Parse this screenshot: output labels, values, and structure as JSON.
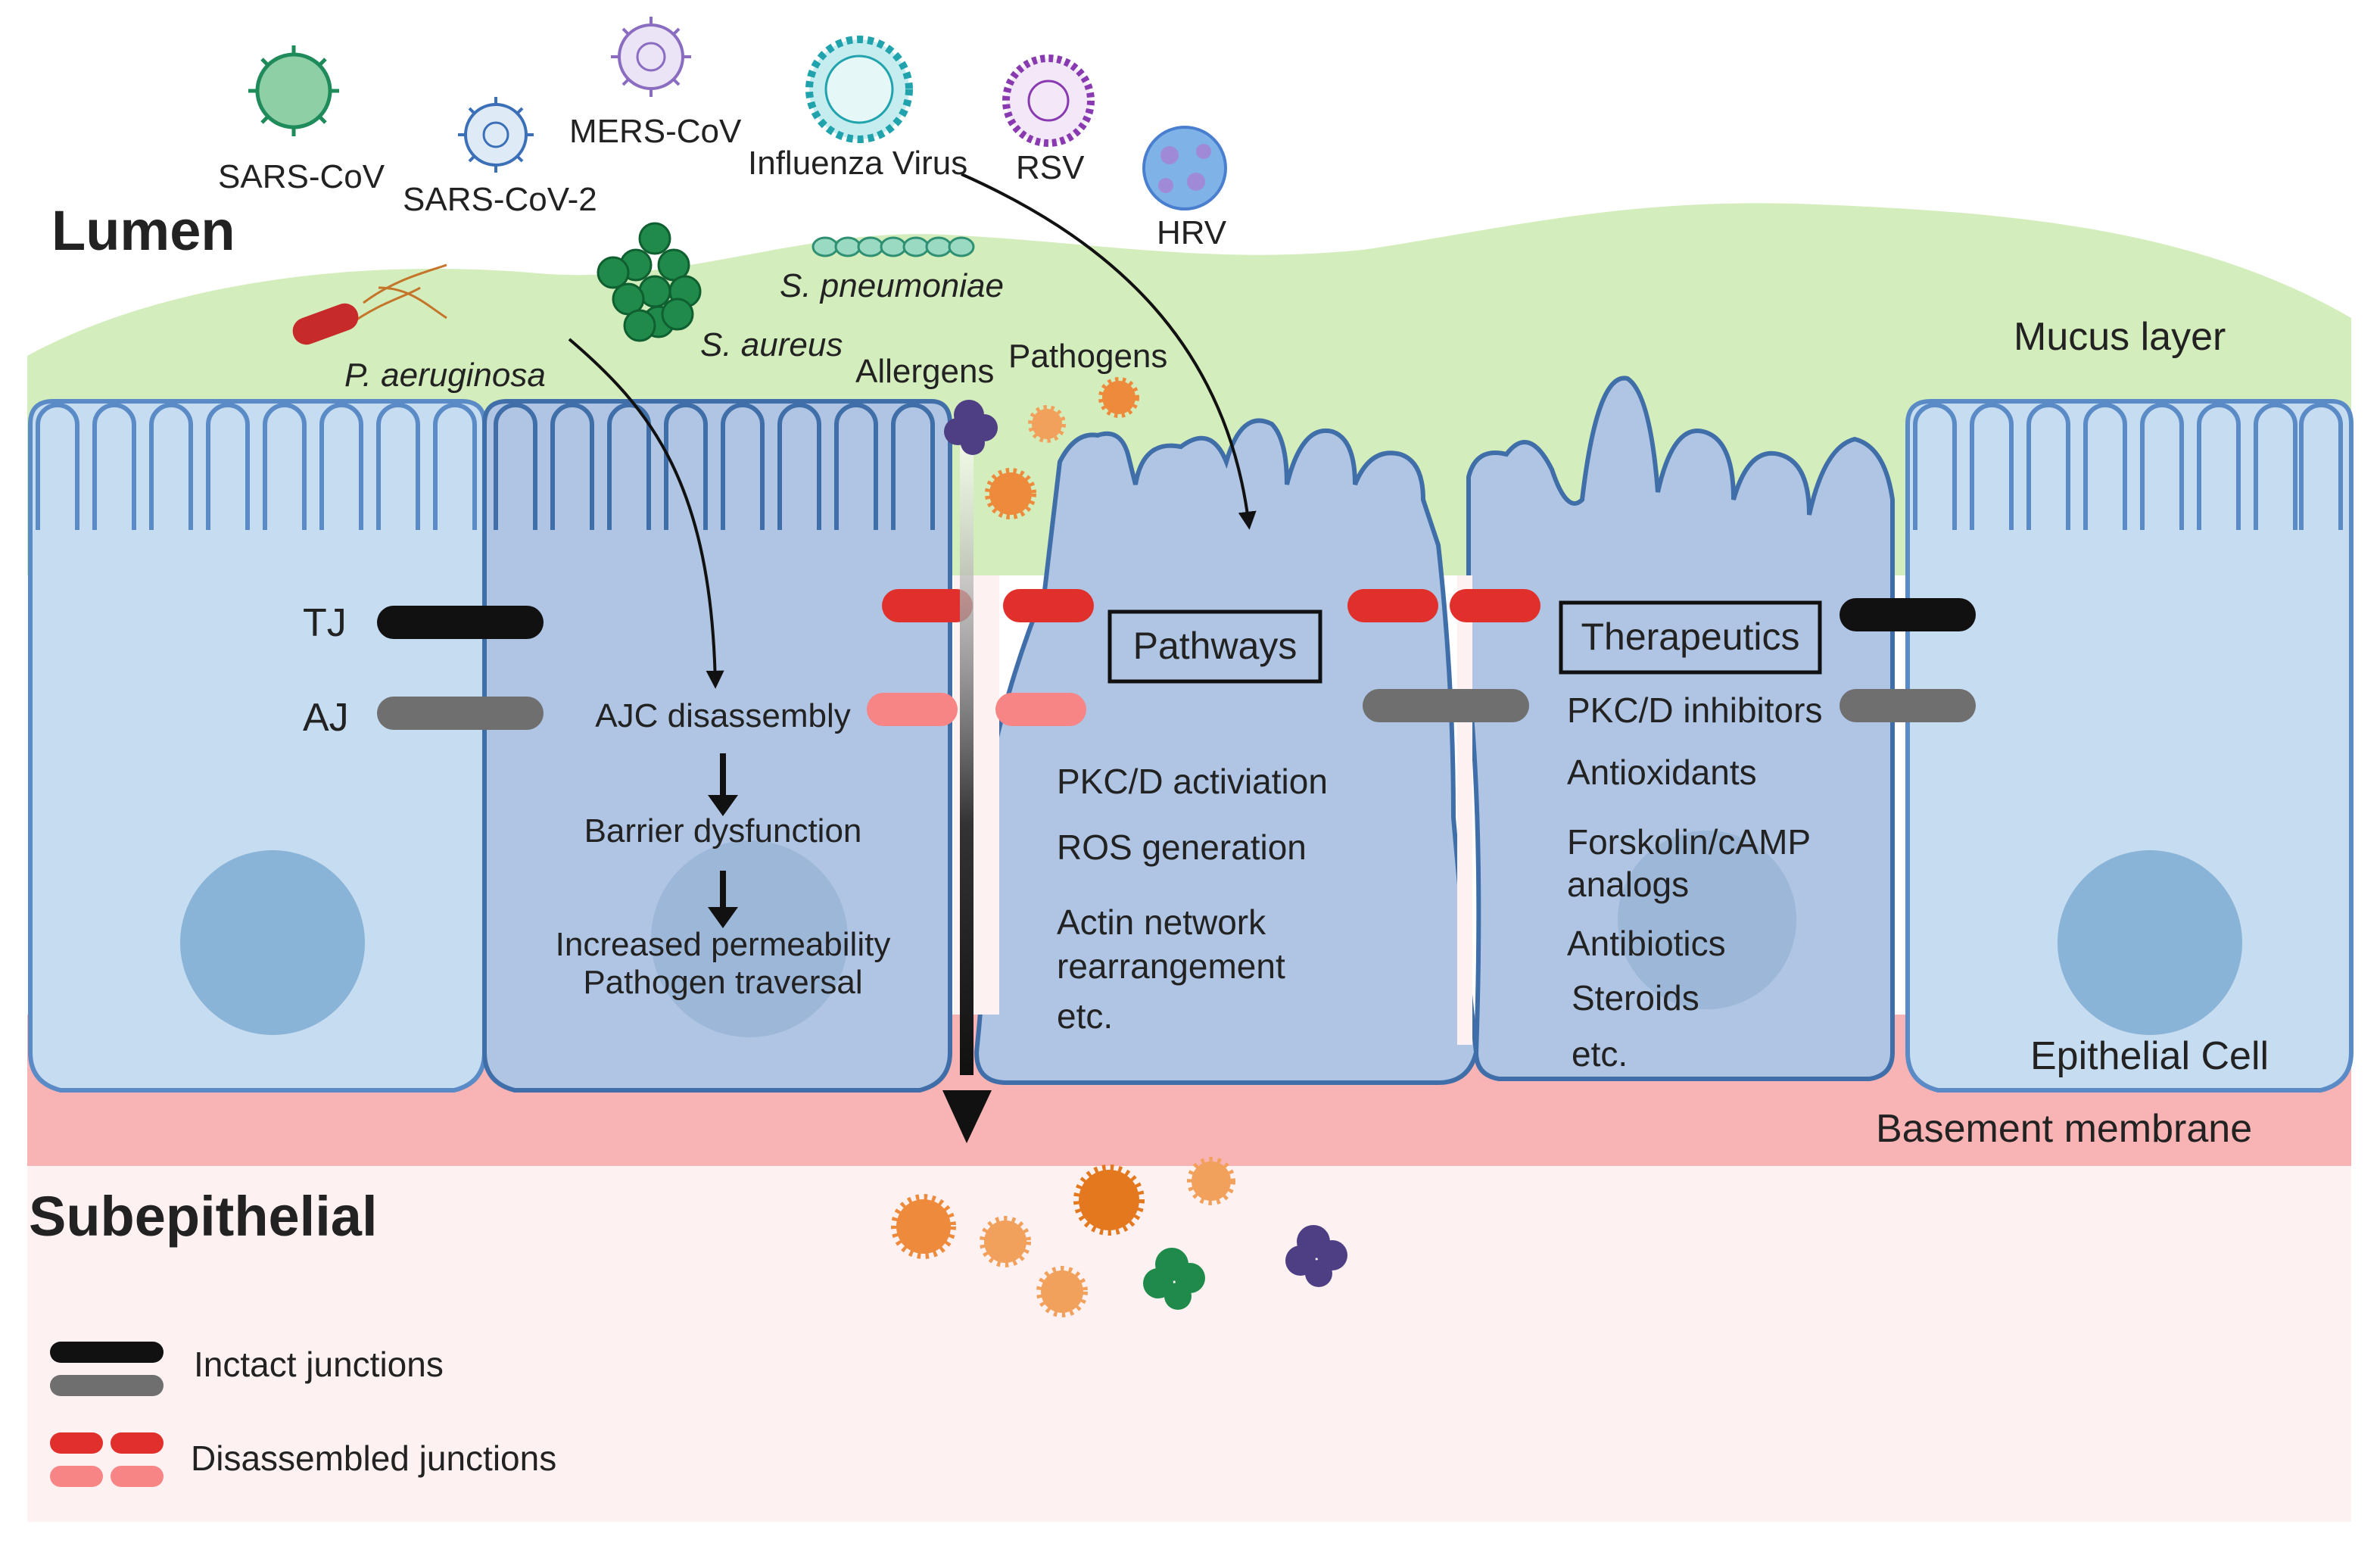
{
  "regions": {
    "lumen": "Lumen",
    "subepithelial": "Subepithelial",
    "mucus_layer": "Mucus layer",
    "basement_membrane": "Basement membrane",
    "epithelial_cell": "Epithelial Cell"
  },
  "viruses": {
    "sars_cov": "SARS-CoV",
    "sars_cov_2": "SARS-CoV-2",
    "mers_cov": "MERS-CoV",
    "influenza": "Influenza Virus",
    "rsv": "RSV",
    "hrv": "HRV"
  },
  "bacteria": {
    "s_pneumoniae": "S. pneumoniae",
    "s_aureus": "S. aureus",
    "p_aeruginosa": "P. aeruginosa"
  },
  "triggers": {
    "allergens": "Allergens",
    "pathogens": "Pathogens"
  },
  "junctions": {
    "tj": "TJ",
    "aj": "AJ"
  },
  "cascade": [
    "AJC disassembly",
    "Barrier dysfunction",
    "Increased permeability",
    "Pathogen traversal"
  ],
  "pathways": {
    "title": "Pathways",
    "items": [
      "PKC/D activiation",
      "ROS generation",
      "Actin network",
      "rearrangement",
      "etc."
    ]
  },
  "therapeutics": {
    "title": "Therapeutics",
    "items": [
      "PKC/D inhibitors",
      "Antioxidants",
      "Forskolin/cAMP",
      "analogs",
      "Antibiotics",
      "Steroids",
      "etc."
    ]
  },
  "legend": {
    "intact": "Inctact junctions",
    "disassembled": "Disassembled junctions"
  },
  "colors": {
    "mucus": "#d4edbc",
    "cell_light": "#c6dcf0",
    "cell_dark": "#afc5e3",
    "cell_outline": "#5a8bc6",
    "nucleus": "#8ab3d8",
    "basement": "#f8b4b4",
    "subepithelial": "#fdf1f1",
    "tj_intact": "#111111",
    "aj_intact": "#6f6f6f",
    "tj_disassembled": "#e1302c",
    "aj_disassembled": "#f78585",
    "pathogen": "#ee8a3c",
    "allergen": "#4e3f84",
    "bacteria_green": "#1f8a4a"
  },
  "icons": [
    "coronavirus-icon",
    "influenza-virus-icon",
    "rsv-icon",
    "rhinovirus-icon",
    "coccus-cluster-icon",
    "diplococcus-chain-icon",
    "bacillus-flagella-icon",
    "allergen-icon",
    "pathogen-icon"
  ]
}
